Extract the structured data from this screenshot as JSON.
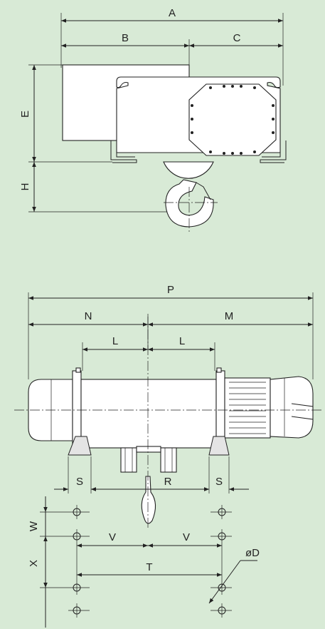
{
  "dimension_labels": {
    "a": "A",
    "b": "B",
    "c": "C",
    "e": "E",
    "h": "H",
    "p": "P",
    "n": "N",
    "m": "M",
    "l1": "L",
    "l2": "L",
    "s1": "S",
    "r": "R",
    "s2": "S",
    "w": "W",
    "x": "X",
    "v1": "V",
    "v2": "V",
    "t": "T",
    "d": "øD"
  },
  "colors": {
    "background": "#d8ead6",
    "line": "#222222",
    "body_fill": "#ffffff"
  }
}
